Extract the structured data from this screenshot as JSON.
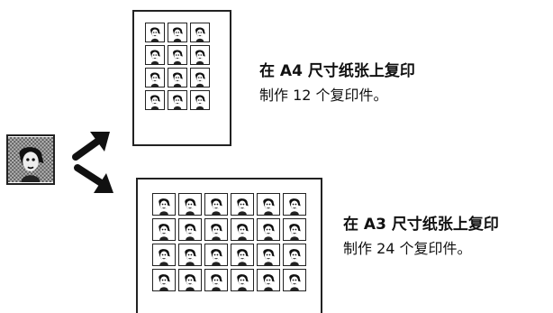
{
  "a4": {
    "title": "在 A4 尺寸纸张上复印",
    "desc": "制作 12 个复印件。",
    "copies": 12
  },
  "a3": {
    "title": "在 A3 尺寸纸张上复印",
    "desc": "制作 24 个复印件。",
    "copies": 24
  },
  "icons": {
    "source": "portrait-original-icon",
    "copy": "portrait-copy-icon",
    "arrow": "arrow-icon"
  }
}
